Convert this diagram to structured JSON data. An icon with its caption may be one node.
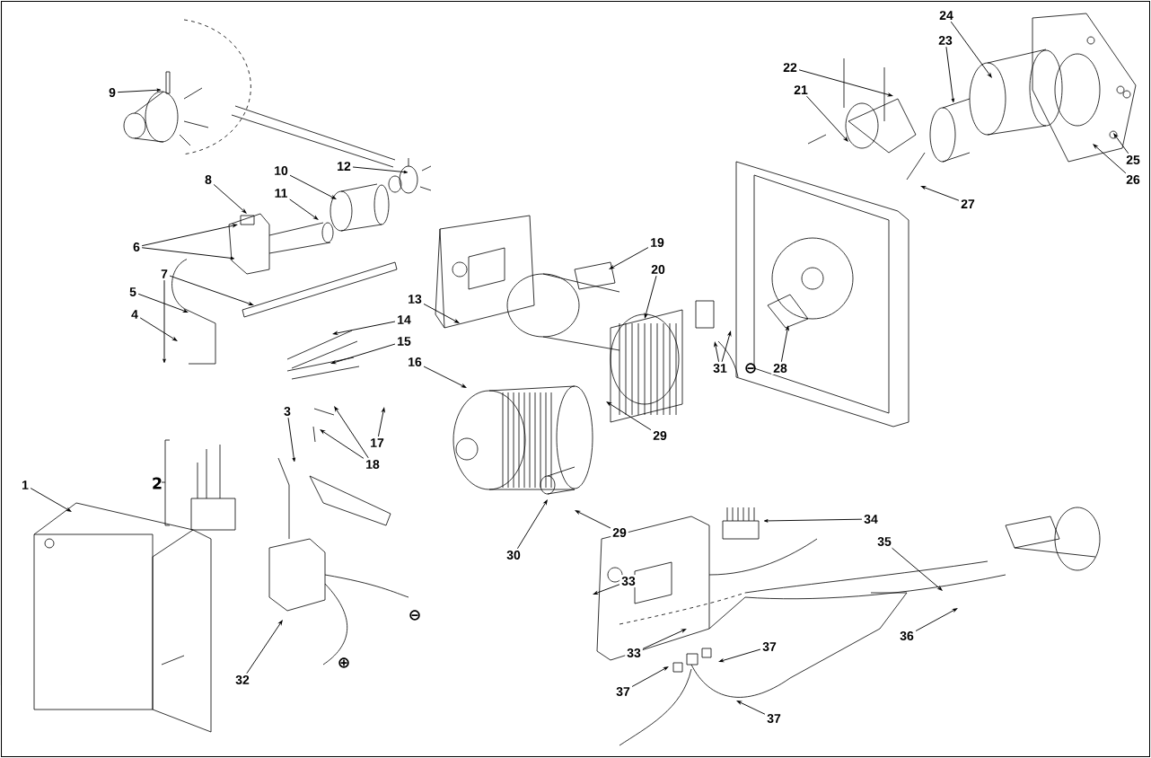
{
  "diagram": {
    "nodes": [
      {
        "text": [
          "24"
        ]
      },
      {
        "text": [
          "23"
        ]
      },
      {
        "text": [
          "22"
        ]
      },
      {
        "text": [
          "21"
        ]
      },
      {
        "text": [
          "9"
        ]
      },
      {
        "text": [
          "25"
        ]
      },
      {
        "text": [
          "12"
        ]
      },
      {
        "text": [
          "10"
        ]
      },
      {
        "text": [
          "26"
        ]
      },
      {
        "text": [
          "8"
        ]
      },
      {
        "text": [
          "11"
        ]
      },
      {
        "text": [
          "27"
        ]
      },
      {
        "text": [
          "19"
        ]
      },
      {
        "text": [
          "6"
        ]
      },
      {
        "text": [
          "20"
        ]
      },
      {
        "text": [
          "7"
        ]
      },
      {
        "text": [
          "5"
        ]
      },
      {
        "text": [
          "13"
        ]
      },
      {
        "text": [
          "4"
        ]
      },
      {
        "text": [
          "14"
        ]
      },
      {
        "text": [
          "15"
        ]
      },
      {
        "text": [
          "16"
        ]
      },
      {
        "text": [
          "31"
        ]
      },
      {
        "text": [
          "28"
        ]
      },
      {
        "text": [
          "3"
        ]
      },
      {
        "text": [
          "29"
        ]
      },
      {
        "text": [
          "17"
        ]
      },
      {
        "text": [
          "18"
        ]
      },
      {
        "text": [
          "1"
        ]
      },
      {
        "text": [
          "34"
        ]
      },
      {
        "text": [
          "29"
        ]
      },
      {
        "text": [
          "35"
        ]
      },
      {
        "text": [
          "30"
        ]
      },
      {
        "text": [
          "33"
        ]
      },
      {
        "text": [
          "36"
        ]
      },
      {
        "text": [
          "33"
        ]
      },
      {
        "text": [
          "37"
        ]
      },
      {
        "text": [
          "32"
        ]
      },
      {
        "text": [
          "37"
        ]
      },
      {
        "text": [
          "37"
        ]
      }
    ],
    "edges": [
      {
        "from": 0,
        "to": null,
        "arrow": "to"
      },
      {
        "from": 1,
        "to": null,
        "arrow": "to"
      },
      {
        "from": 2,
        "to": null,
        "arrow": "to"
      },
      {
        "from": 3,
        "to": null,
        "arrow": "to"
      },
      {
        "from": 4,
        "to": null,
        "arrow": "to"
      },
      {
        "from": 5,
        "to": null,
        "arrow": "to"
      },
      {
        "from": 6,
        "to": null,
        "arrow": "to"
      },
      {
        "from": 7,
        "to": null,
        "arrow": "to"
      },
      {
        "from": 8,
        "to": null,
        "arrow": "to"
      },
      {
        "from": 9,
        "to": null,
        "arrow": "to"
      },
      {
        "from": 10,
        "to": null,
        "arrow": "to"
      },
      {
        "from": 11,
        "to": null,
        "arrow": "to"
      },
      {
        "from": 12,
        "to": null,
        "arrow": "to"
      },
      {
        "from": 13,
        "to": null,
        "arrow": "to"
      },
      {
        "from": 13,
        "to": null,
        "arrow": "to"
      },
      {
        "from": 14,
        "to": null,
        "arrow": "to"
      },
      {
        "from": 15,
        "to": null,
        "arrow": "to"
      },
      {
        "from": 15,
        "to": null,
        "arrow": "to"
      },
      {
        "from": 16,
        "to": null,
        "arrow": "to"
      },
      {
        "from": 17,
        "to": null,
        "arrow": "to"
      },
      {
        "from": 18,
        "to": null,
        "arrow": "to"
      },
      {
        "from": 19,
        "to": null,
        "arrow": "to"
      },
      {
        "from": 20,
        "to": null,
        "arrow": "to"
      },
      {
        "from": 21,
        "to": null,
        "arrow": "to"
      },
      {
        "from": 22,
        "to": null,
        "arrow": "to"
      },
      {
        "from": 22,
        "to": null,
        "arrow": "to"
      },
      {
        "from": 23,
        "to": null,
        "arrow": "to"
      },
      {
        "from": 24,
        "to": null,
        "arrow": "to"
      },
      {
        "from": 25,
        "to": null,
        "arrow": "to"
      },
      {
        "from": 26,
        "to": null,
        "arrow": "to"
      },
      {
        "from": 27,
        "to": null,
        "arrow": "to"
      },
      {
        "from": 27,
        "to": null,
        "arrow": "to"
      },
      {
        "from": 28,
        "to": null,
        "arrow": "to"
      },
      {
        "from": 29,
        "to": null,
        "arrow": "to"
      },
      {
        "from": 30,
        "to": null,
        "arrow": "to"
      },
      {
        "from": 31,
        "to": null,
        "arrow": "to"
      },
      {
        "from": 32,
        "to": null,
        "arrow": "to"
      },
      {
        "from": 33,
        "to": null,
        "arrow": "to"
      },
      {
        "from": 34,
        "to": null,
        "arrow": "to"
      },
      {
        "from": 35,
        "to": null,
        "arrow": "to"
      },
      {
        "from": 36,
        "to": null,
        "arrow": "to"
      },
      {
        "from": 37,
        "to": null,
        "arrow": "to"
      },
      {
        "from": 38,
        "to": null,
        "arrow": "to"
      },
      {
        "from": 39,
        "to": null,
        "arrow": "to"
      }
    ],
    "labels": [
      "⊖",
      "2",
      "⊖",
      "⊕"
    ]
  }
}
